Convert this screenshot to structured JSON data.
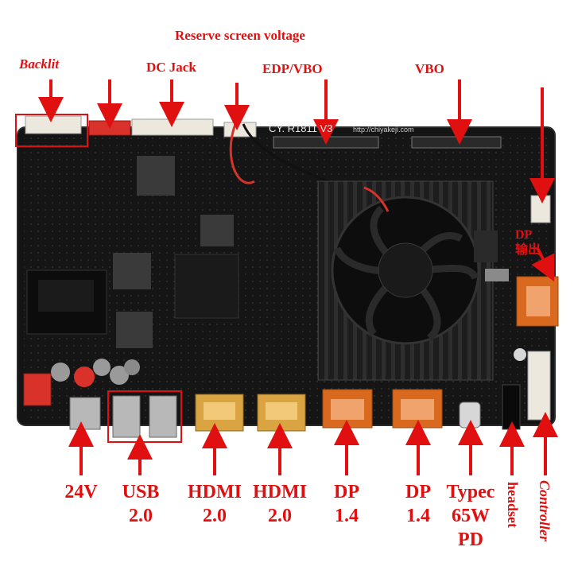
{
  "labels": {
    "reserve_voltage": "Reserve screen voltage",
    "backlit": "Backlit",
    "dc_jack": "DC Jack",
    "edp_vbo": "EDP/VBO",
    "vbo": "VBO",
    "dp_output": "DP\n输出",
    "v24": "24V",
    "usb": "USB\n2.0",
    "hdmi1": "HDMI\n2.0",
    "hdmi2": "HDMI\n2.0",
    "dp1": "DP\n1.4",
    "dp2": "DP\n1.4",
    "typec": "Typec\n65W\nPD",
    "headset": "headset",
    "controller": "Controller"
  },
  "board": {
    "silkscreen_model": "CY. R1811 V3",
    "silkscreen_url": "http://chiyakeji.com"
  },
  "colors": {
    "label_red": "#e01010",
    "pcb": "#141414",
    "pcb_edge": "#2a2a2a",
    "gold": "#d9a441",
    "dp_orange": "#d9691f",
    "silver": "#b8b8b8",
    "white_conn": "#ece8de",
    "red_conn": "#d8322a"
  }
}
